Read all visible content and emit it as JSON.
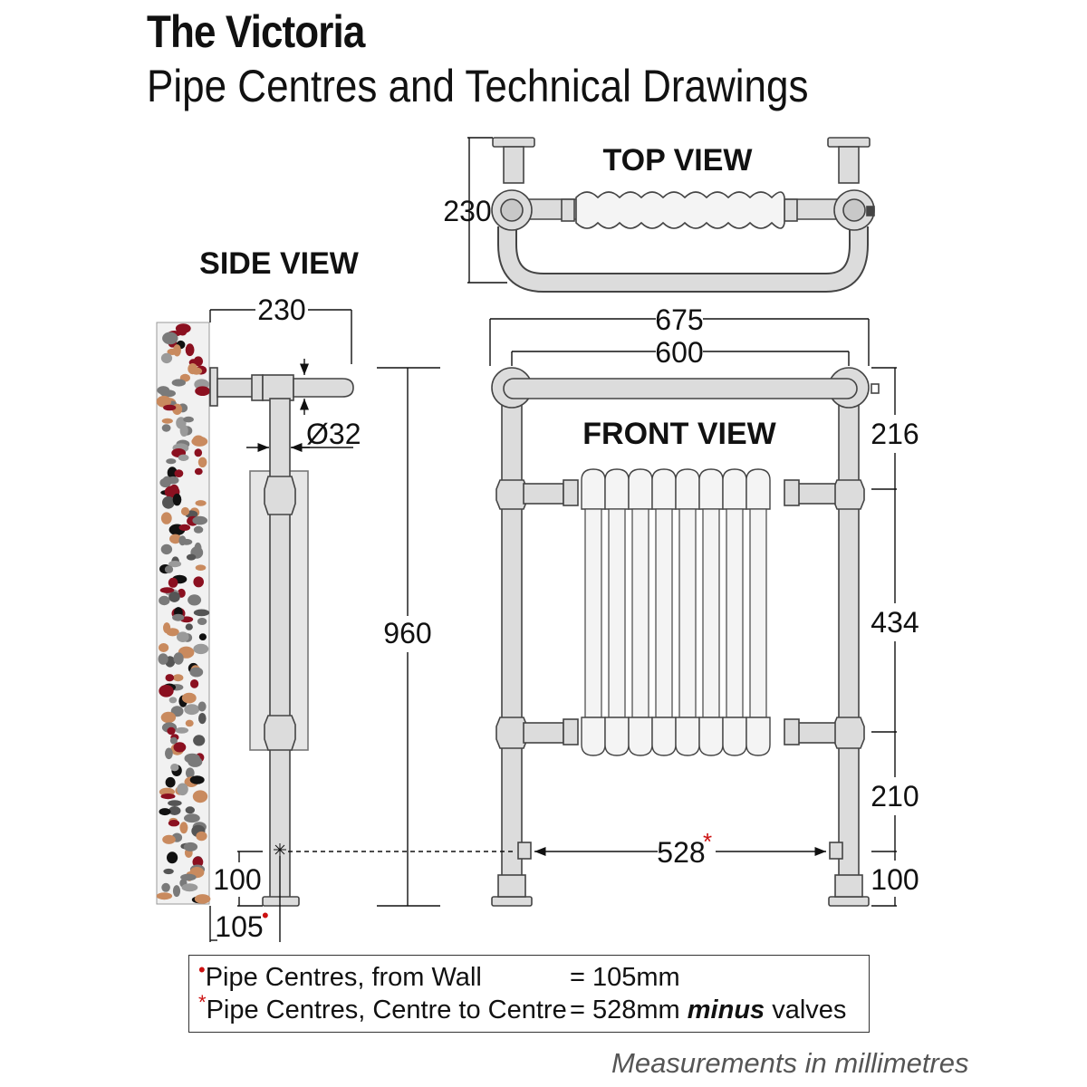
{
  "header": {
    "title": "The Victoria",
    "subtitle": "Pipe Centres and Technical Drawings"
  },
  "views": {
    "top": "TOP VIEW",
    "side": "SIDE VIEW",
    "front": "FRONT VIEW"
  },
  "dimensions": {
    "top_depth": "230",
    "side_depth": "230",
    "pipe_diameter": "Ø32",
    "overall_height": "960",
    "wall_to_pipe": "105",
    "side_valve_height": "100",
    "overall_width": "675",
    "rail_centres": "600",
    "upper_section": "216",
    "middle_section": "434",
    "lower_section": "210",
    "valve_height": "100",
    "pipe_centres": "528",
    "star_mark": "*",
    "dot_mark": "•"
  },
  "legend": {
    "row1_mark": "•",
    "row1_label": "Pipe Centres, from Wall",
    "row1_value": "= 105mm",
    "row2_mark": "*",
    "row2_label": "Pipe Centres, Centre to Centre",
    "row2_value_prefix": "= 528mm",
    "row2_value_emph": "minus",
    "row2_value_suffix": "valves"
  },
  "footer": {
    "note": "Measurements in millimetres"
  },
  "colors": {
    "chrome_fill": "#dcdcdc",
    "chrome_stroke": "#444444",
    "radiator_fill": "#f4f4f4",
    "panel_fill": "#e6e6e6",
    "accent_red": "#cc1111",
    "wall_red": "#8b1020",
    "wall_orange": "#c98a5e",
    "wall_grey": "#7a7a7a"
  }
}
